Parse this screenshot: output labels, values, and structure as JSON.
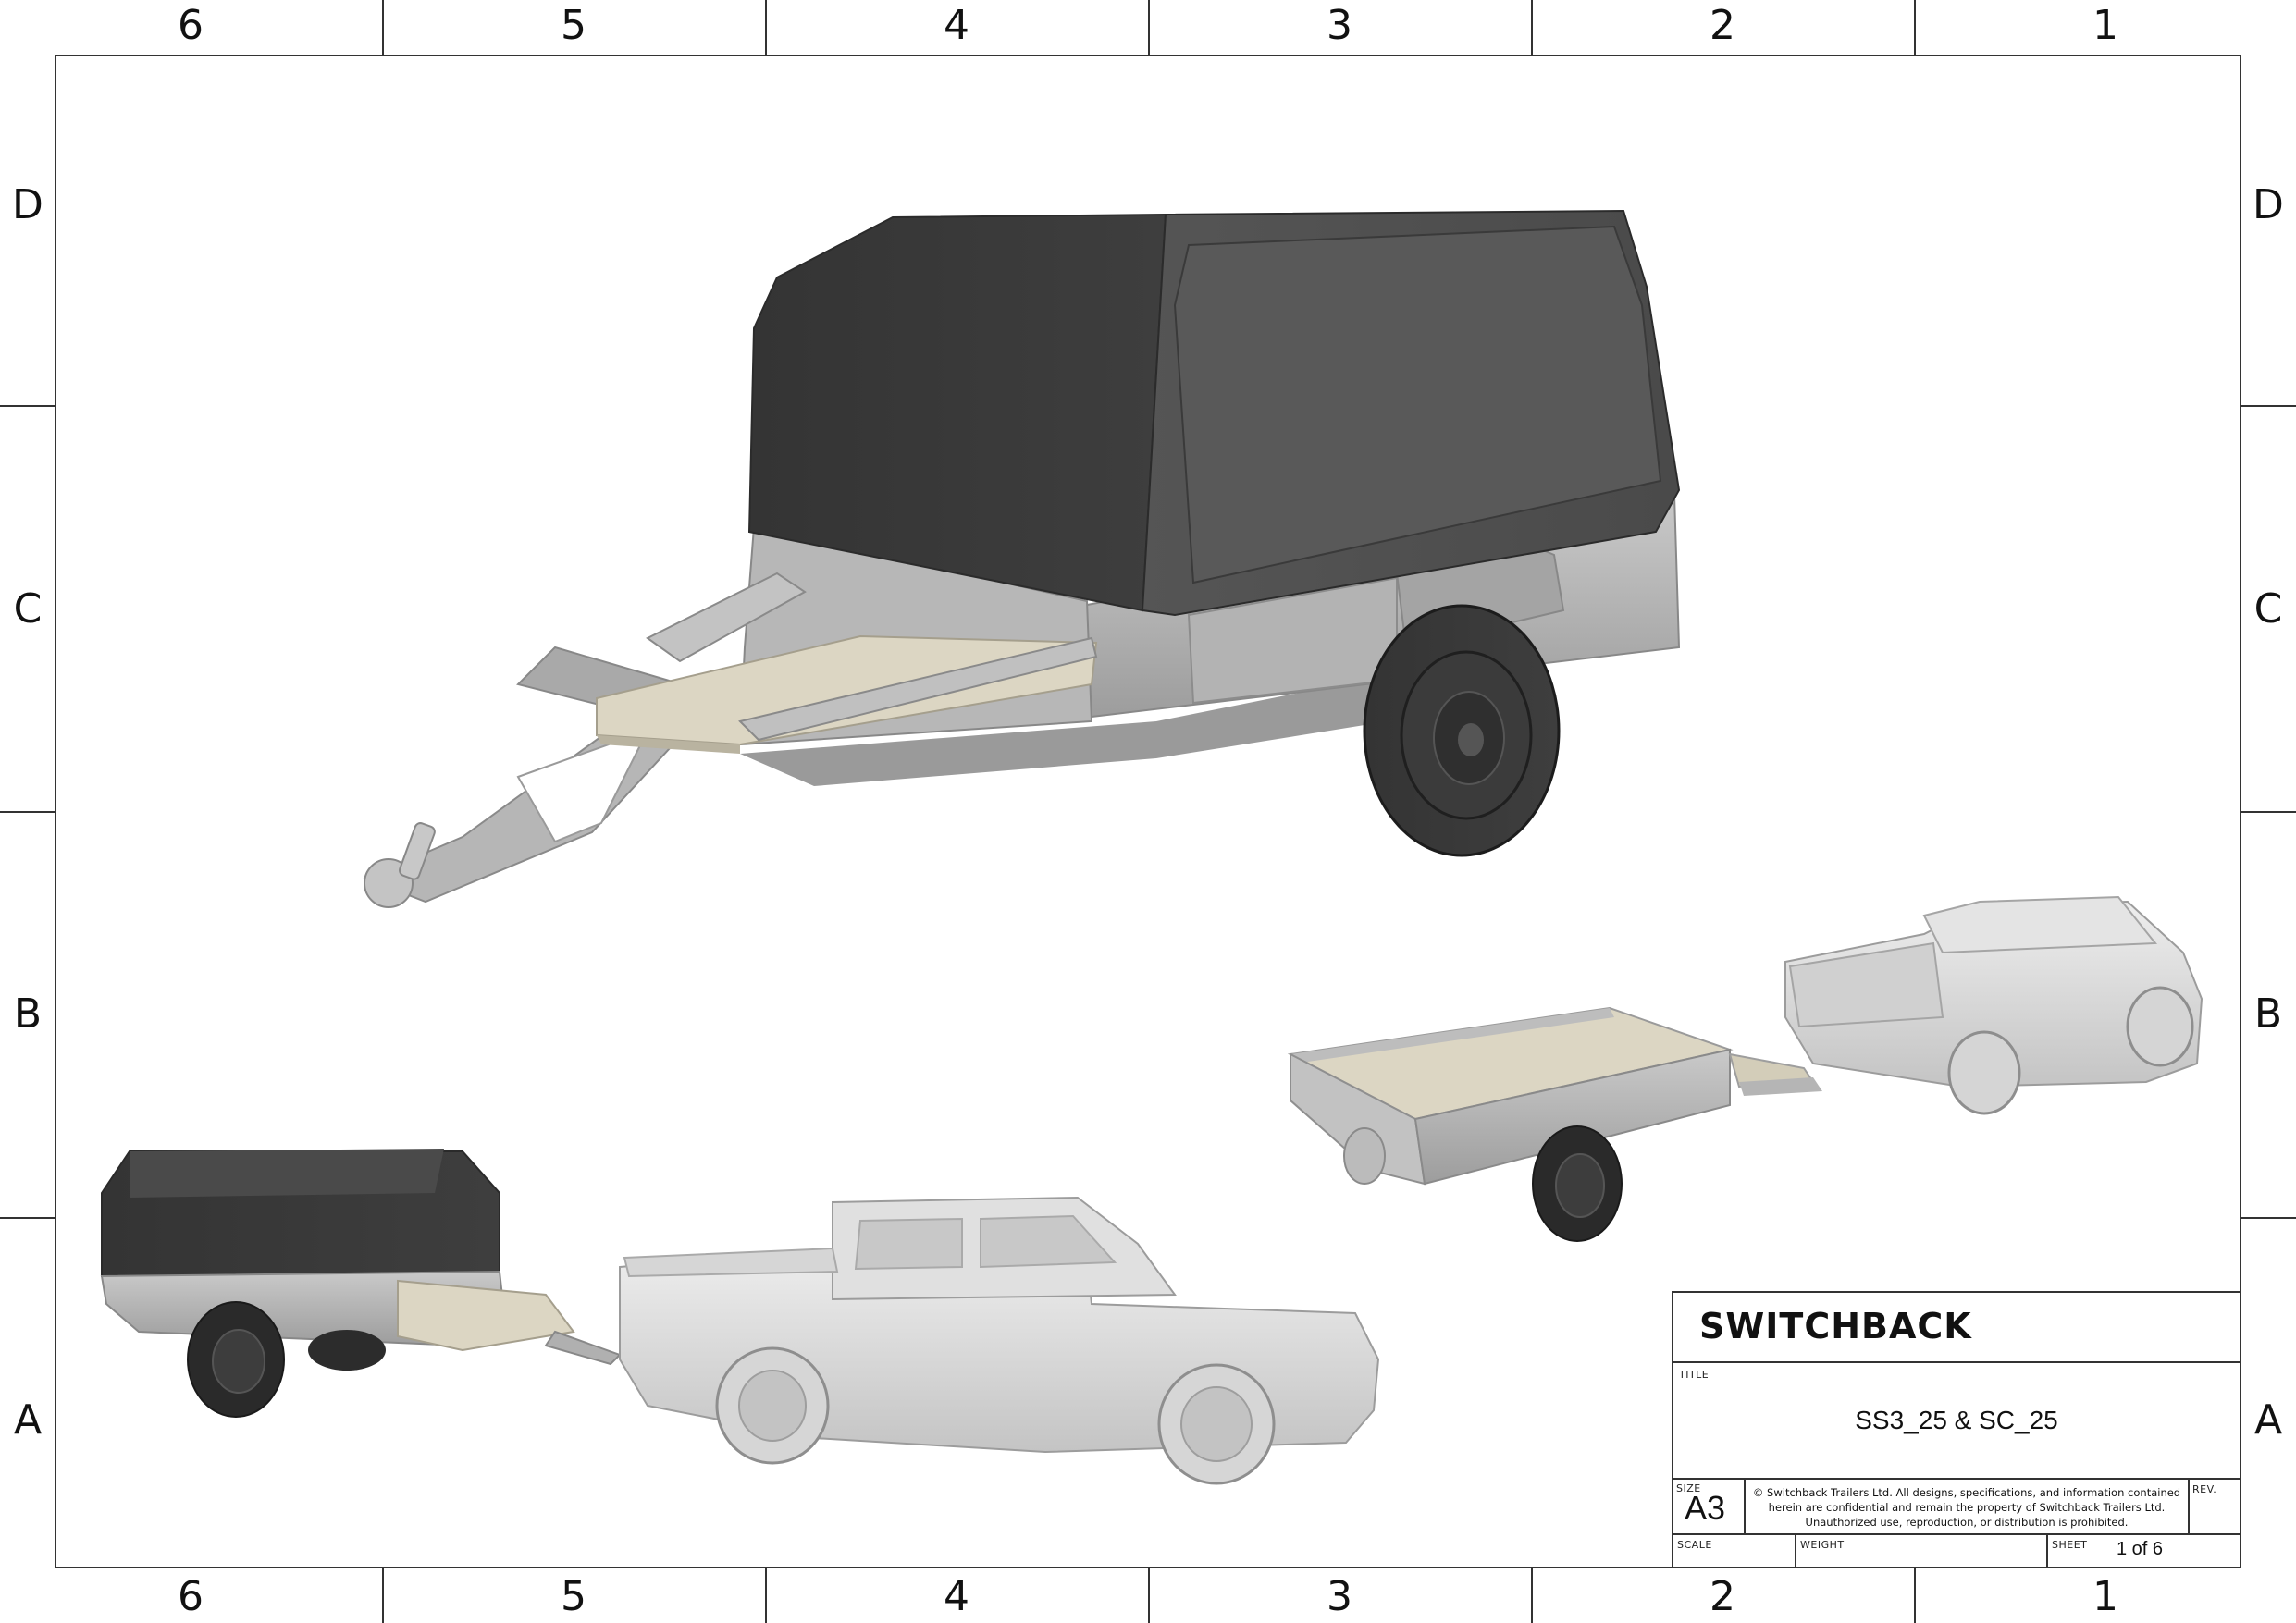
{
  "border": {
    "columns": [
      "6",
      "5",
      "4",
      "3",
      "2",
      "1"
    ],
    "rows": [
      "D",
      "C",
      "B",
      "A"
    ]
  },
  "title_block": {
    "logo_text": "SWITCHBACK",
    "title_label": "TITLE",
    "title_value": "SS3_25 & SC_25",
    "size_label": "SIZE",
    "size_value": "A3",
    "notice": "© Switchback Trailers Ltd. All designs, specifications, and information contained herein are confidential and remain the property of Switchback Trailers Ltd. Unauthorized use, reproduction, or distribution is prohibited.",
    "rev_label": "REV.",
    "scale_label": "SCALE",
    "weight_label": "WEIGHT",
    "sheet_label": "SHEET",
    "sheet_value": "1 of 6"
  },
  "colors": {
    "canopy": "#4a4a4a",
    "canopy_dark": "#383838",
    "body": "#bdbdbd",
    "floor": "#d8d2c0",
    "tyre": "#2a2a2a",
    "vehicle": "#e3e3e3"
  }
}
